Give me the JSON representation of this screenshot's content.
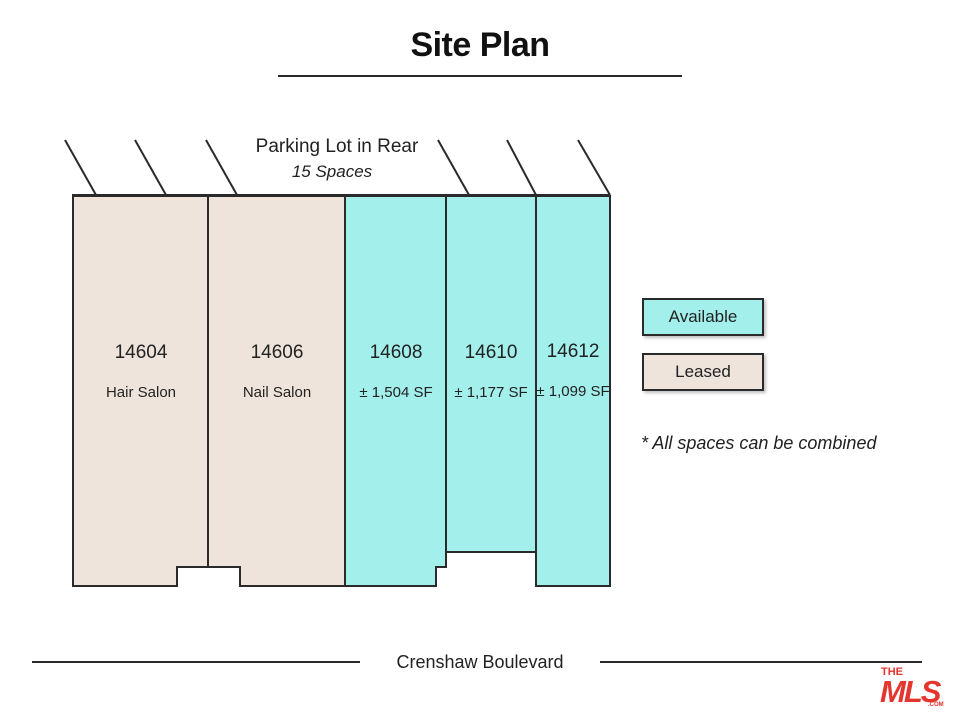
{
  "title": "Site Plan",
  "parking": {
    "label": "Parking Lot in Rear",
    "spaces": "15 Spaces"
  },
  "units": [
    {
      "number": "14604",
      "desc": "Hair Salon",
      "status": "leased"
    },
    {
      "number": "14606",
      "desc": "Nail Salon",
      "status": "leased"
    },
    {
      "number": "14608",
      "desc": "± 1,504 SF",
      "status": "available"
    },
    {
      "number": "14610",
      "desc": "± 1,177 SF",
      "status": "available"
    },
    {
      "number": "14612",
      "desc": "± 1,099 SF",
      "status": "available"
    }
  ],
  "legend": {
    "available": "Available",
    "leased": "Leased"
  },
  "note": "* All spaces can be combined",
  "street": "Crenshaw Boulevard",
  "logo": {
    "small": "THE",
    "big": "MLS",
    "suffix": ".COM"
  },
  "colors": {
    "available": "#a3efec",
    "leased": "#eee4db",
    "outline": "#2a2a2a",
    "logo": "#e4352f"
  }
}
